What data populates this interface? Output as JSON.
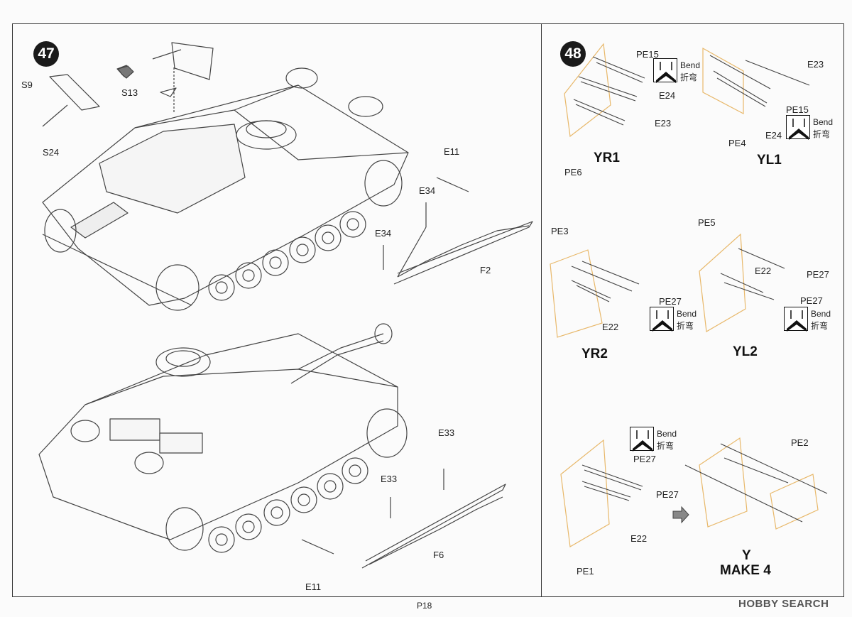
{
  "page": {
    "number": "P18"
  },
  "watermark": {
    "text": "HOBBY SEARCH"
  },
  "step47": {
    "number": "47",
    "labels": {
      "s9": "S9",
      "s13": "S13",
      "s24": "S24",
      "e11_top": "E11",
      "e34_a": "E34",
      "e34_b": "E34",
      "f2": "F2",
      "e33_a": "E33",
      "e33_b": "E33",
      "f6": "F6",
      "e11_bottom": "E11"
    }
  },
  "step48": {
    "number": "48",
    "bend_en": "Bend",
    "bend_cn": "折弯",
    "yr1": {
      "title": "YR1",
      "pe15": "PE15",
      "e24": "E24",
      "e23": "E23",
      "pe6": "PE6"
    },
    "yl1": {
      "title": "YL1",
      "e23": "E23",
      "pe15": "PE15",
      "e24": "E24",
      "pe4": "PE4"
    },
    "yr2": {
      "title": "YR2",
      "pe3": "PE3",
      "pe27": "PE27",
      "e22": "E22"
    },
    "yl2": {
      "title": "YL2",
      "pe5": "PE5",
      "e22": "E22",
      "pe27_a": "PE27",
      "pe27_b": "PE27"
    },
    "y": {
      "title": "Y",
      "subtitle": "MAKE 4",
      "pe27_a": "PE27",
      "pe27_b": "PE27",
      "e22": "E22",
      "pe1": "PE1",
      "pe2": "PE2"
    }
  },
  "colors": {
    "photoetch": "#e8b86a",
    "line": "#333333"
  }
}
